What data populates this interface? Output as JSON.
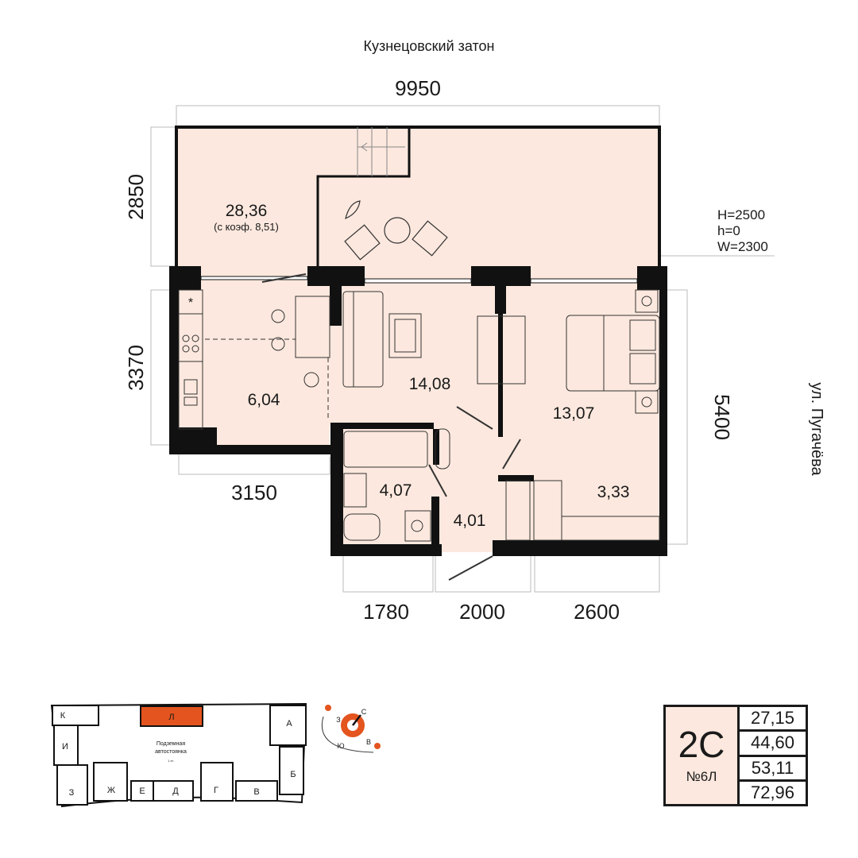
{
  "header": {
    "street_top": "Кузнецовский затон",
    "street_right": "ул. Пугачёва"
  },
  "dimensions": {
    "top": "9950",
    "left_terrace": "2850",
    "left_kitchen": "3370",
    "right": "5400",
    "bottom_left": "3150",
    "bottom_1": "1780",
    "bottom_2": "2000",
    "bottom_3": "2600"
  },
  "window_spec": {
    "h_upper": "H=2500",
    "h_lower": "h=0",
    "w": "W=2300"
  },
  "rooms": {
    "terrace": {
      "area": "28,36",
      "note": "(с коэф. 8,51)"
    },
    "kitchen": {
      "area": "6,04"
    },
    "living": {
      "area": "14,08"
    },
    "bedroom": {
      "area": "13,07"
    },
    "bathroom": {
      "area": "4,07"
    },
    "hall": {
      "area": "4,01"
    },
    "wardrobe": {
      "area": "3,33"
    }
  },
  "site_plan": {
    "sections": [
      "К",
      "Л",
      "А",
      "И",
      "Б",
      "З",
      "Ж",
      "Е",
      "Д",
      "Г",
      "В"
    ],
    "parking_line1": "Подземная",
    "parking_line2": "автостоянка",
    "parking_level": "1 эт.",
    "highlight_color": "#e4541e"
  },
  "compass": {
    "n": "С",
    "s": "Ю",
    "e": "В",
    "w": "З"
  },
  "info": {
    "type": "2С",
    "number": "№6Л",
    "areas": [
      "27,15",
      "44,60",
      "53,11",
      "72,96"
    ]
  },
  "colors": {
    "floor": "#fce8de",
    "wall": "#111111",
    "accent": "#e4541e"
  }
}
